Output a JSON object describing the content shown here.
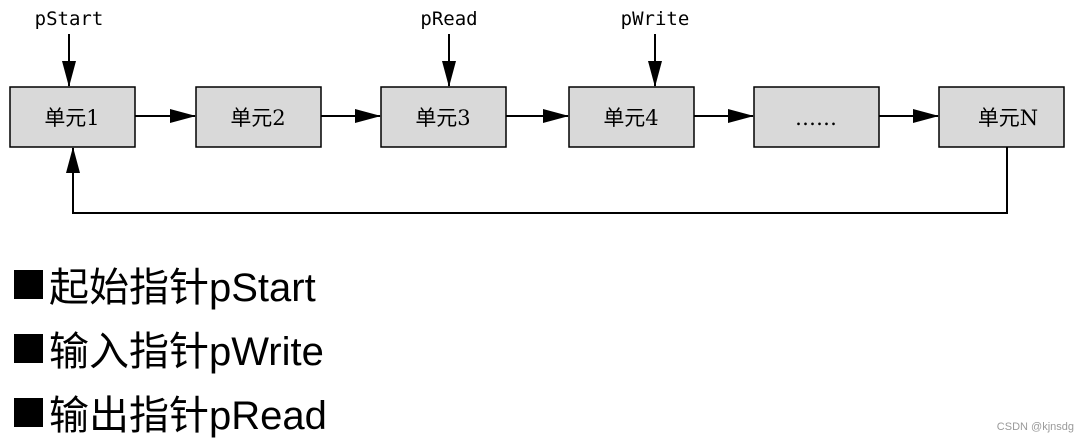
{
  "diagram": {
    "pointers": [
      {
        "label": "pStart",
        "target": 0
      },
      {
        "label": "pRead",
        "target": 2
      },
      {
        "label": "pWrite",
        "target": 3
      }
    ],
    "nodes": [
      "单元1",
      "单元2",
      "单元3",
      "单元4",
      "……",
      "单元N"
    ],
    "colors": {
      "node_fill": "#d9d9d9",
      "stroke": "#000000"
    }
  },
  "legend": {
    "items": [
      "起始指针pStart",
      "输入指针pWrite",
      "输出指针pRead"
    ]
  },
  "watermark": "CSDN @kjnsdg"
}
